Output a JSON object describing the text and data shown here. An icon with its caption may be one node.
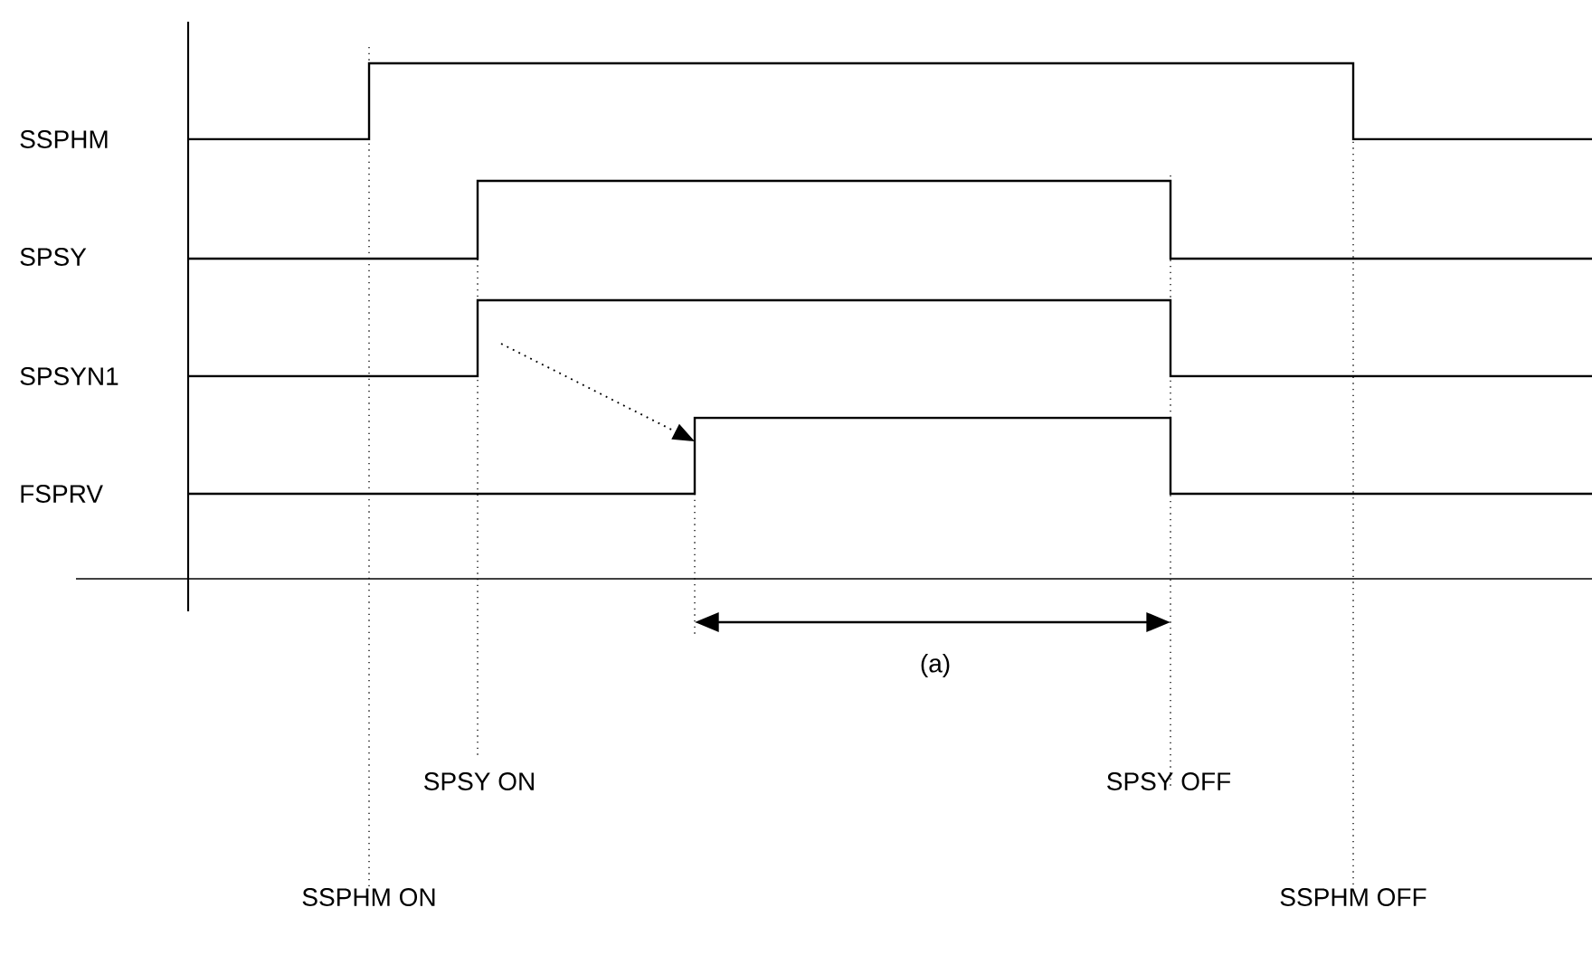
{
  "diagram": {
    "labels": [
      "SSPHM",
      "SPSY",
      "SPSYN1",
      "FSPRV",
      "(a)",
      "SPSY ON",
      "SPSY OFF",
      "SSPHM ON",
      "SSPHM OFF"
    ]
  }
}
